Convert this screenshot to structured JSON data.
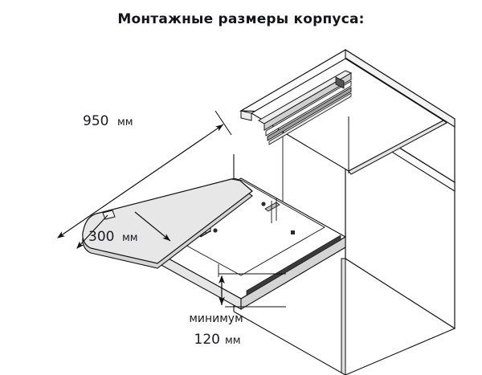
{
  "page": {
    "title": "Монтажные размеры корпуса:",
    "background_color": "#ffffff"
  },
  "drawing": {
    "name": "ironing-board-cabinet-assembly",
    "line_color": "#111111",
    "board_fill": "#e7e7e7",
    "panel_fill": "#ffffff",
    "edge_fill": "#d8d8d8"
  },
  "dimensions": {
    "length": {
      "value": "950",
      "unit": "мм",
      "label": "950 мм",
      "name": "board-length-dimension"
    },
    "width": {
      "value": "300",
      "unit": "мм",
      "label": "300 мм",
      "name": "board-width-dimension"
    },
    "clearance": {
      "note": "минимум",
      "value": "120",
      "unit": "мм",
      "label": "120 мм",
      "name": "minimum-clearance-dimension"
    }
  }
}
